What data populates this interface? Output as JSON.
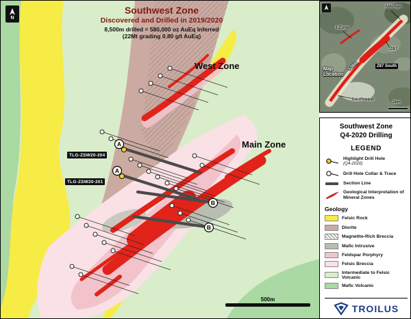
{
  "map": {
    "title": {
      "line1": "Southwest Zone",
      "line2": "Discovered and Drilled in 2019/2020",
      "line3": "8,500m drilled = 580,000 oz AuEq Inferred",
      "line4": "(22Mt grading 0.80 g/t AuEq)"
    },
    "zone_labels": {
      "west": "West Zone",
      "main": "Main Zone"
    },
    "drill_labels": {
      "hole1": "TLG-ZSW20-204",
      "hole2": "TLG-ZSW20-201"
    },
    "section_markers": {
      "a1": "A",
      "a2": "A",
      "b1": "B",
      "b2": "B"
    },
    "scale_label": "500m",
    "north_label": "N"
  },
  "inset": {
    "labels": {
      "allonge": "Allongé",
      "j_zone": "J Zone",
      "z87": "Z87",
      "z87_south": "Z87 South",
      "map_location": "Map Location",
      "southwest": "Southwest",
      "strike_length": "3.5km",
      "scale": "2km"
    }
  },
  "legend": {
    "title_line1": "Southwest Zone",
    "title_line2": "Q4-2020 Drilling",
    "heading": "LEGEND",
    "items": [
      {
        "label": "Highlight Drill Hole",
        "sublabel": "(Q4-2020)"
      },
      {
        "label": "Drill Hole Collar & Trace"
      },
      {
        "label": "Section Line"
      },
      {
        "label": "Geological Interpretation of Mineral Zones"
      }
    ],
    "geology_heading": "Geology",
    "geology_items": [
      {
        "label": "Felsic Rock",
        "color": "#f6ec45"
      },
      {
        "label": "Diorite",
        "color": "#cbaaa2"
      },
      {
        "label": "Magnetite-Rich Breccia",
        "color": "#f7f7f4"
      },
      {
        "label": "Mafic Intrusive",
        "color": "#b9beb3"
      },
      {
        "label": "Feldspar Porphyry",
        "color": "#f2c3cb"
      },
      {
        "label": "Felsic Breccia",
        "color": "#f9e1e5"
      },
      {
        "label": "Intermediate to Felsic Volcanic",
        "color": "#d9edcb"
      },
      {
        "label": "Mafic Volcanic",
        "color": "#aad9a3"
      }
    ],
    "logo_text": "TROILUS"
  },
  "colors": {
    "mineral_zone_red": "#e2231a",
    "highlight_yellow": "#f2cf2b",
    "section_line_gray": "#4a4a4a",
    "title_maroon": "#7d1c12"
  }
}
